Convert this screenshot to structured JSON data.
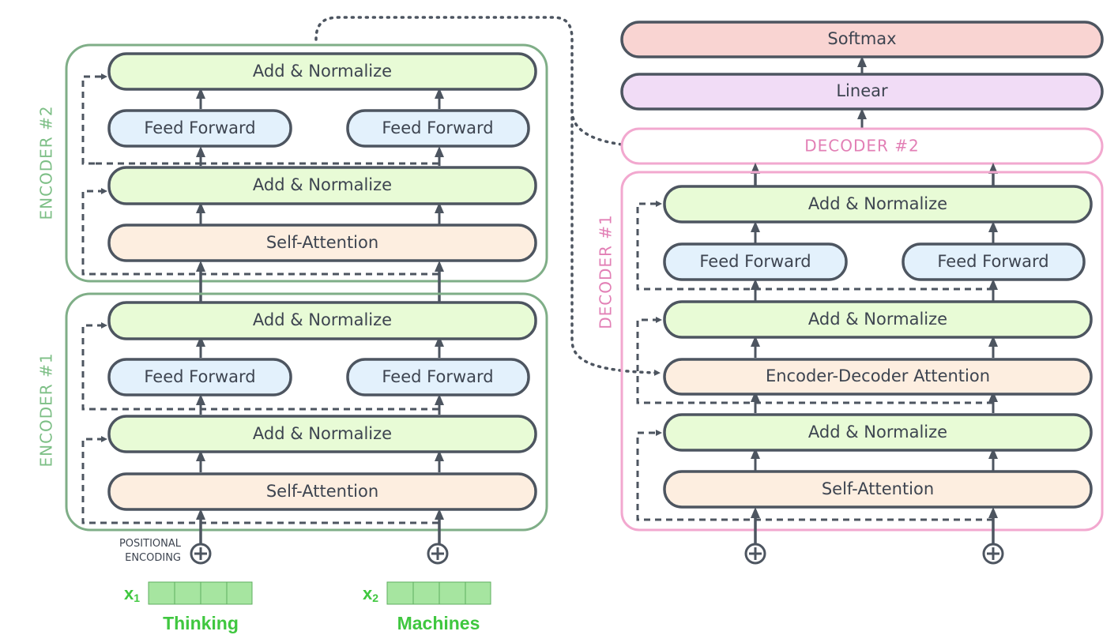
{
  "colors": {
    "encoder_border": "#7fae87",
    "decoder_border": "#f2a8cf",
    "decoder_label": "#e27fb5",
    "encoder_label": "#7dbf86",
    "add_norm_fill": "#e8fbd6",
    "feed_forward_fill": "#e3f1fc",
    "attention_fill": "#fdeee0",
    "linear_fill": "#f1dcf6",
    "softmax_fill": "#f9d4d2",
    "input_fill": "#a6e5a0",
    "word_text": "#3fc73f",
    "arrow": "#4d5560"
  },
  "encoder_2": {
    "label": "ENCODER #2",
    "add_normalize_top": "Add & Normalize",
    "feed_forward_1": "Feed Forward",
    "feed_forward_2": "Feed Forward",
    "add_normalize_bottom": "Add & Normalize",
    "self_attention": "Self-Attention"
  },
  "encoder_1": {
    "label": "ENCODER #1",
    "add_normalize_top": "Add & Normalize",
    "feed_forward_1": "Feed Forward",
    "feed_forward_2": "Feed Forward",
    "add_normalize_bottom": "Add & Normalize",
    "self_attention": "Self-Attention"
  },
  "positional_encoding": {
    "line1": "POSITIONAL",
    "line2": "ENCODING",
    "icon": "plus-circle-icon"
  },
  "inputs": [
    {
      "symbol": "x",
      "subscript": "1",
      "word": "Thinking"
    },
    {
      "symbol": "x",
      "subscript": "2",
      "word": "Machines"
    }
  ],
  "decoder_output": {
    "softmax": "Softmax",
    "linear": "Linear"
  },
  "decoder_2": {
    "label": "DECODER #2"
  },
  "decoder_1": {
    "label": "DECODER #1",
    "add_normalize_top": "Add & Normalize",
    "feed_forward_1": "Feed Forward",
    "feed_forward_2": "Feed Forward",
    "add_normalize_middle": "Add & Normalize",
    "encoder_decoder_attention": "Encoder-Decoder Attention",
    "add_normalize_bottom": "Add & Normalize",
    "self_attention": "Self-Attention"
  }
}
